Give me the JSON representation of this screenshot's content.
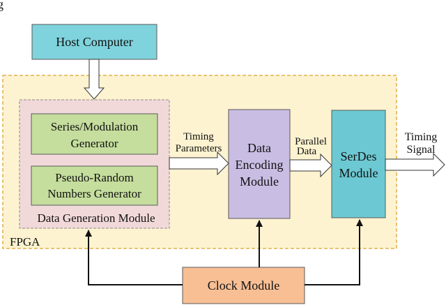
{
  "figure_label": "g",
  "blocks": {
    "host_computer": "Host Computer",
    "fpga": "FPGA",
    "series_generator": [
      "Series/Modulation",
      "Generator"
    ],
    "prng": [
      "Pseudo-Random",
      "Numbers Generator"
    ],
    "data_generation_module": "Data Generation Module",
    "data_encoding_module": [
      "Data",
      "Encoding",
      "Module"
    ],
    "serdes_module": [
      "SerDes",
      "Module"
    ],
    "clock_module": "Clock Module"
  },
  "arrows": {
    "timing_parameters": [
      "Timing",
      "Parameters"
    ],
    "parallel_data": [
      "Parallel",
      "Data"
    ],
    "timing_signal": [
      "Timing",
      "Signal"
    ]
  },
  "colors": {
    "host_fill": "#7fd3dc",
    "fpga_fill": "#fdf3d0",
    "fpga_border": "#e0b24a",
    "data_gen_fill": "#f2d9d9",
    "generator_fill": "#c5dd9d",
    "encoding_fill": "#c9bde3",
    "serdes_fill": "#6cc9d3",
    "clock_fill": "#f8bf95",
    "stroke": "#5a5a5a"
  }
}
